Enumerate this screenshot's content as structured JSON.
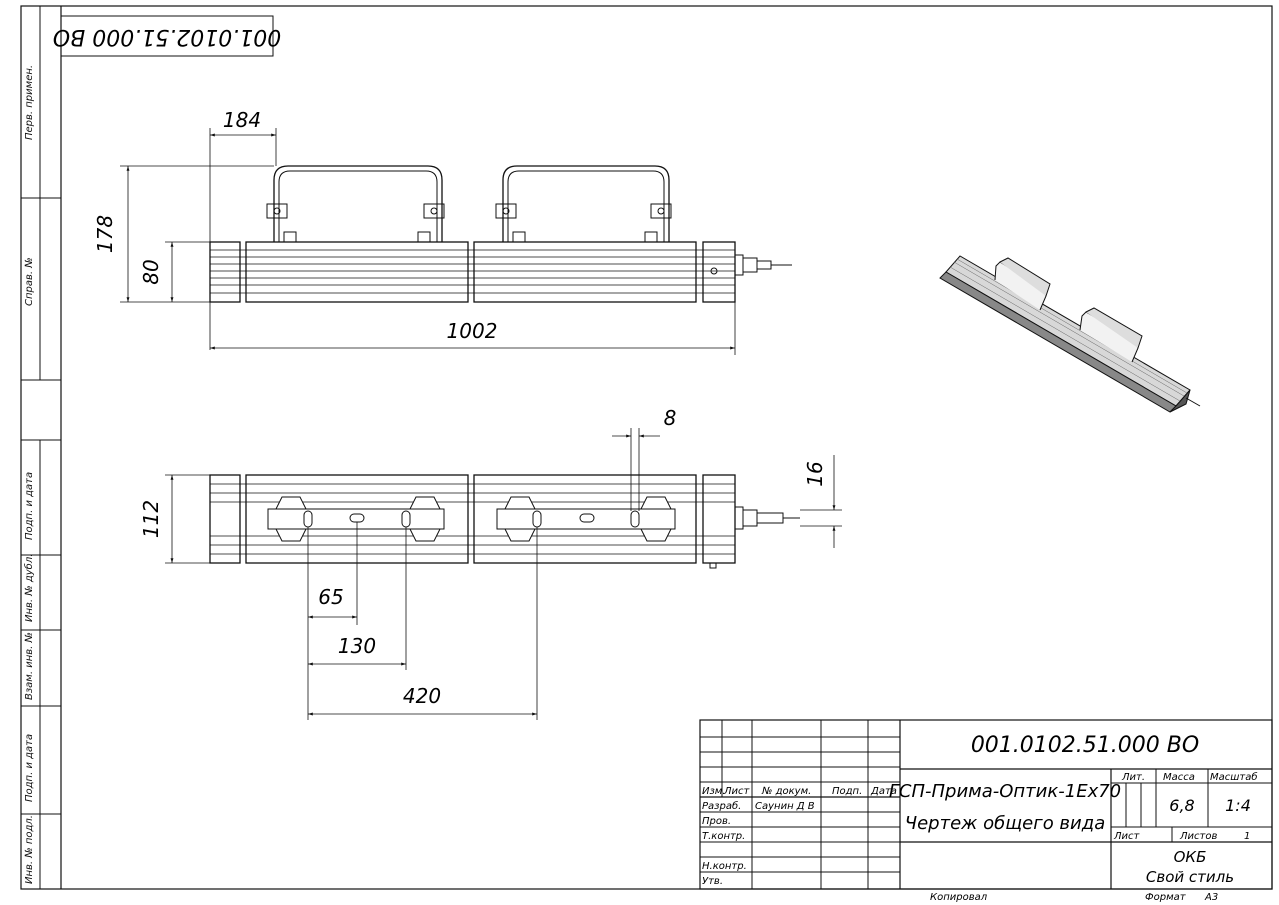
{
  "stamp_code_rotated": "001.0102.51.000 ВО",
  "side_labels": {
    "perv_primen": "Перв. примен.",
    "sprav_no": "Справ. №",
    "podp_data_1": "Подп. и дата",
    "inv_dubl": "Инв. № дубл.",
    "vzam_inv": "Взам. инв. №",
    "podp_data_2": "Подп. и дата",
    "inv_podl": "Инв. № подл."
  },
  "dimensions": {
    "d184": "184",
    "d178": "178",
    "d80": "80",
    "d1002": "1002",
    "d8": "8",
    "d16": "16",
    "d112": "112",
    "d65": "65",
    "d130": "130",
    "d420": "420"
  },
  "title_block": {
    "doc_code": "001.0102.51.000 ВО",
    "name_line1": "ГСП-Прима-Оптик-1Ех70",
    "name_line2": "Чертеж общего вида",
    "col_izm": "Изм.",
    "col_list": "Лист",
    "col_docum": "№ докум.",
    "col_podp": "Подп.",
    "col_data": "Дата",
    "row_razrab": "Разраб.",
    "razrab_name": "Саунин Д В",
    "row_prov": "Пров.",
    "row_tkontr": "Т.контр.",
    "row_nkontr": "Н.контр.",
    "row_utv": "Утв.",
    "lit": "Лит.",
    "massa": "Масса",
    "masshtab": "Масштаб",
    "massa_val": "6,8",
    "masshtab_val": "1:4",
    "list_lbl": "Лист",
    "listov_lbl": "Листов",
    "listov_val": "1",
    "org_line1": "ОКБ",
    "org_line2": "Свой стиль",
    "kopiroval": "Копировал",
    "format": "Формат",
    "format_val": "А3"
  }
}
